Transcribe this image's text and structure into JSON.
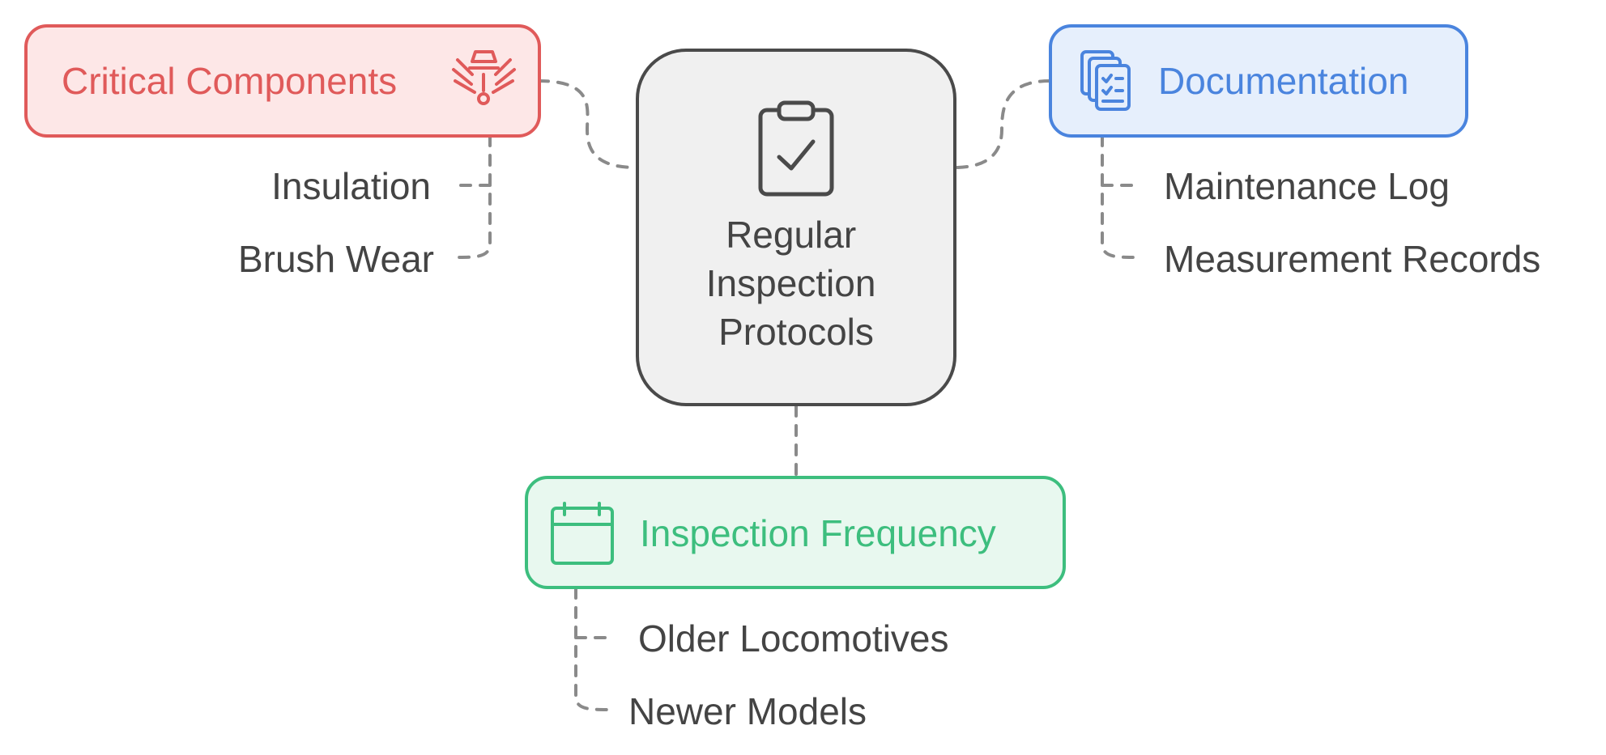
{
  "center": {
    "title_lines": [
      "Regular",
      "Inspection",
      "Protocols"
    ],
    "icon": "clipboard-check-icon"
  },
  "branches": {
    "critical_components": {
      "label": "Critical Components",
      "icon": "fan-engine-icon",
      "color": "#E05A5A",
      "fill": "#FDE7E7",
      "items": [
        "Insulation",
        "Brush Wear"
      ]
    },
    "documentation": {
      "label": "Documentation",
      "icon": "stacked-documents-icon",
      "color": "#4A84DE",
      "fill": "#E6EFFC",
      "items": [
        "Maintenance Log",
        "Measurement Records"
      ]
    },
    "inspection_frequency": {
      "label": "Inspection Frequency",
      "icon": "calendar-icon",
      "color": "#3DBE7E",
      "fill": "#E8F8EF",
      "items": [
        "Older Locomotives",
        "Newer Models"
      ]
    }
  },
  "colors": {
    "center_stroke": "#4A4A4A",
    "center_fill": "#F0F0F0",
    "text": "#444444",
    "connector": "#8A8A8A"
  }
}
